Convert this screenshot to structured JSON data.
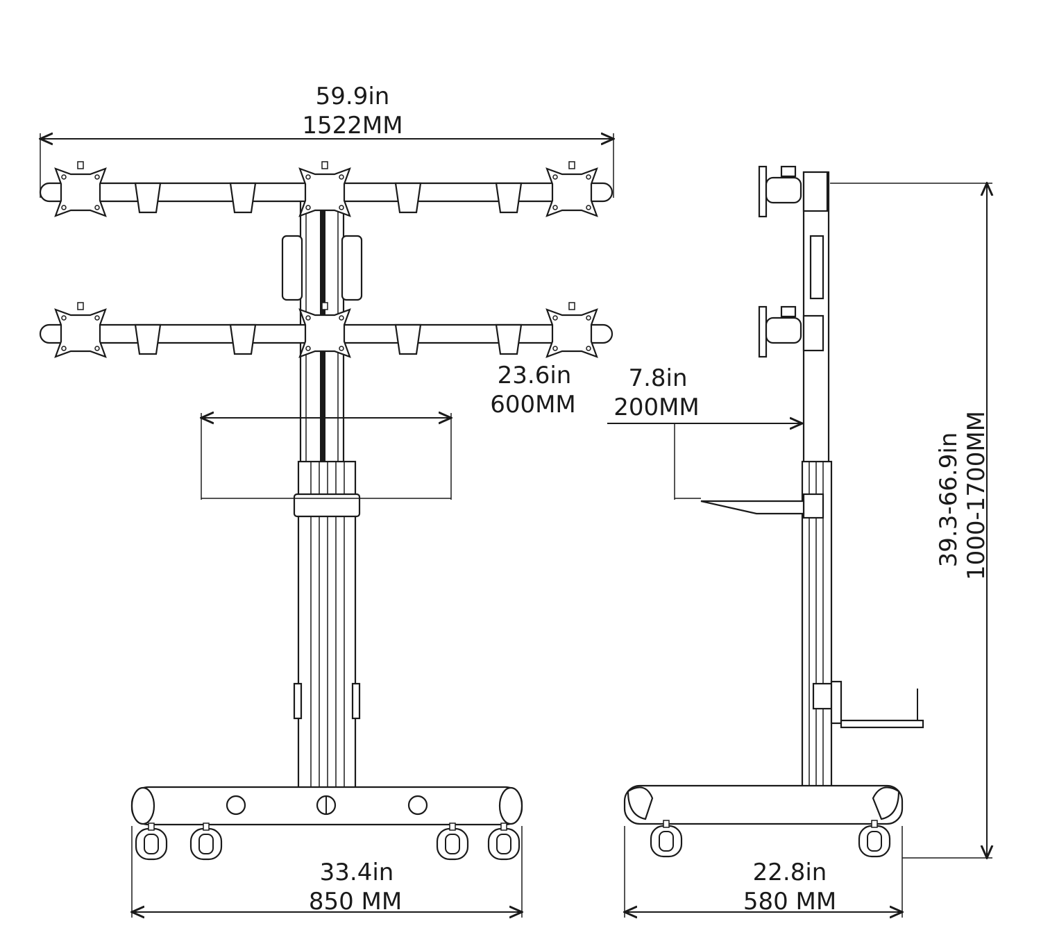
{
  "dimensions": {
    "total_width_in": "59.9in",
    "total_width_mm": "1522MM",
    "mount_spacing_in": "23.6in",
    "mount_spacing_mm": "600MM",
    "shelf_depth_in": "7.8in",
    "shelf_depth_mm": "200MM",
    "height_in": "39.3-66.9in",
    "height_mm": "1000-1700MM",
    "base_width_in": "33.4in",
    "base_width_mm": "850 MM",
    "base_depth_in": "22.8in",
    "base_depth_mm": "580 MM"
  },
  "colors": {
    "line": "#1a1a1a",
    "background": "#ffffff"
  }
}
